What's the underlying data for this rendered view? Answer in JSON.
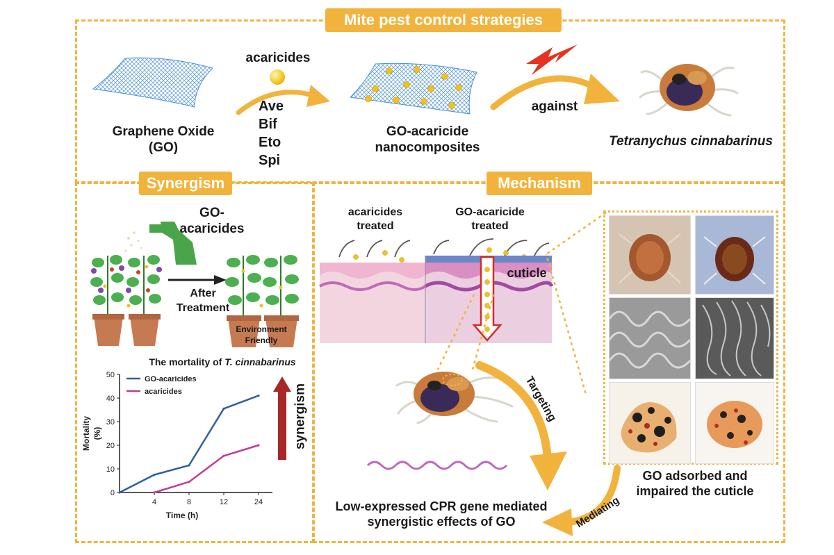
{
  "title": "Mite pest control strategies",
  "top": {
    "go_label_line1": "Graphene Oxide",
    "go_label_line2": "(GO)",
    "acaricides": "acaricides",
    "acaricide_list": [
      "Ave",
      "Bif",
      "Eto",
      "Spi"
    ],
    "nano_label_line1": "GO-acaricide",
    "nano_label_line2": "nanocomposites",
    "against": "against",
    "target_species": "Tetranychus cinnabarinus"
  },
  "synergism": {
    "banner": "Synergism",
    "spray_label_line1": "GO-",
    "spray_label_line2": "acaricides",
    "after_line1": "After",
    "after_line2": "Treatment",
    "env_line1": "Environment",
    "env_line2": "Friendly",
    "synergism_arrow_label": "synergism"
  },
  "mechanism": {
    "banner": "Mechanism",
    "acaricides_treated_line1": "acaricides",
    "acaricides_treated_line2": "treated",
    "go_treated_line1": "GO-acaricide",
    "go_treated_line2": "treated",
    "cuticle": "cuticle",
    "targeting": "Targeting",
    "mediating": "Mediating",
    "cpr_line1": "Low-expressed CPR gene mediated",
    "cpr_line2": "synergistic effects of GO",
    "adsorbed_line1": "GO adsorbed and",
    "adsorbed_line2": "impaired the cuticle"
  },
  "colors": {
    "accent": "#f2b33d",
    "go_series": "#2f5fa0",
    "acaricide_series": "#c23b94",
    "arrow_red": "#a8282a",
    "skin_pink": "#f0c4d8",
    "cuticle_purple": "#c06ab8"
  },
  "chart_data": {
    "type": "line",
    "title_prefix": "The mortality of ",
    "title_italic": "T. cinnabarinus",
    "xlabel": "Time (h)",
    "ylabel_line1": "Mortality",
    "ylabel_line2": "(%)",
    "x_ticks": [
      4,
      8,
      12,
      24
    ],
    "y_ticks": [
      0,
      10,
      20,
      30,
      40,
      50
    ],
    "ylim": [
      0,
      50
    ],
    "series": [
      {
        "name": "GO-acaricides",
        "x": [
          0,
          4,
          8,
          12,
          24
        ],
        "values": [
          0,
          7.5,
          11.5,
          35.5,
          41
        ]
      },
      {
        "name": "acaricides",
        "x": [
          4,
          8,
          12,
          24
        ],
        "values": [
          0,
          4.5,
          15.5,
          20
        ]
      }
    ],
    "legend_position": "top-left"
  }
}
